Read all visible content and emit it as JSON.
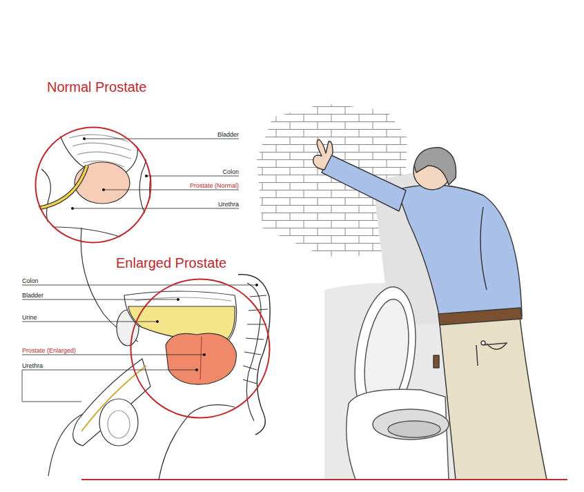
{
  "diagram": {
    "nodes": [
      {
        "text": [
          "Normal Prostate"
        ]
      },
      {
        "text": [
          "Enlarged Prostate"
        ]
      }
    ],
    "labels": [
      "Bladder",
      "Colon",
      "Prostate (Normal)",
      "Urethra",
      "Colon",
      "Bladder",
      "Urine",
      "Prostate (Enlarged)",
      "Urethra"
    ]
  }
}
